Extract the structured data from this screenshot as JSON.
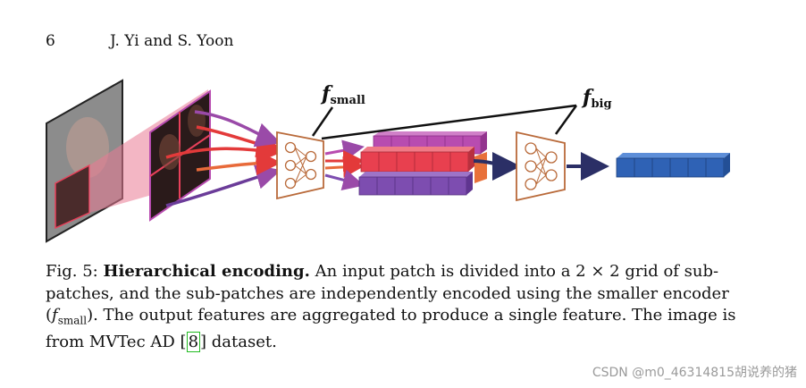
{
  "header": {
    "page_number": "6",
    "authors": "J. Yi and S. Yoon"
  },
  "figure": {
    "f_small_main": "f",
    "f_small_sub": "small",
    "f_big_main": "f",
    "f_big_sub": "big",
    "colors": {
      "red": "#e8404f",
      "purple_top": "#b84cb0",
      "purple_bottom": "#7d4db0",
      "encoder": "#b96a3a",
      "output": "#2f62b5",
      "navy": "#2b2f66"
    }
  },
  "caption": {
    "label": "Fig. 5:",
    "title": "Hierarchical encoding.",
    "text_1": "An input patch is divided into a 2 × 2 grid of sub-patches, and the sub-patches are independently encoded using the smaller encoder (",
    "f_symbol": "f",
    "f_sub": "small",
    "text_2": "). The output features are aggregated to produce a single feature. The image is from MVTec AD ",
    "ref": "8",
    "text_3": " dataset."
  },
  "watermark": "CSDN @m0_46314815胡说养的猪"
}
